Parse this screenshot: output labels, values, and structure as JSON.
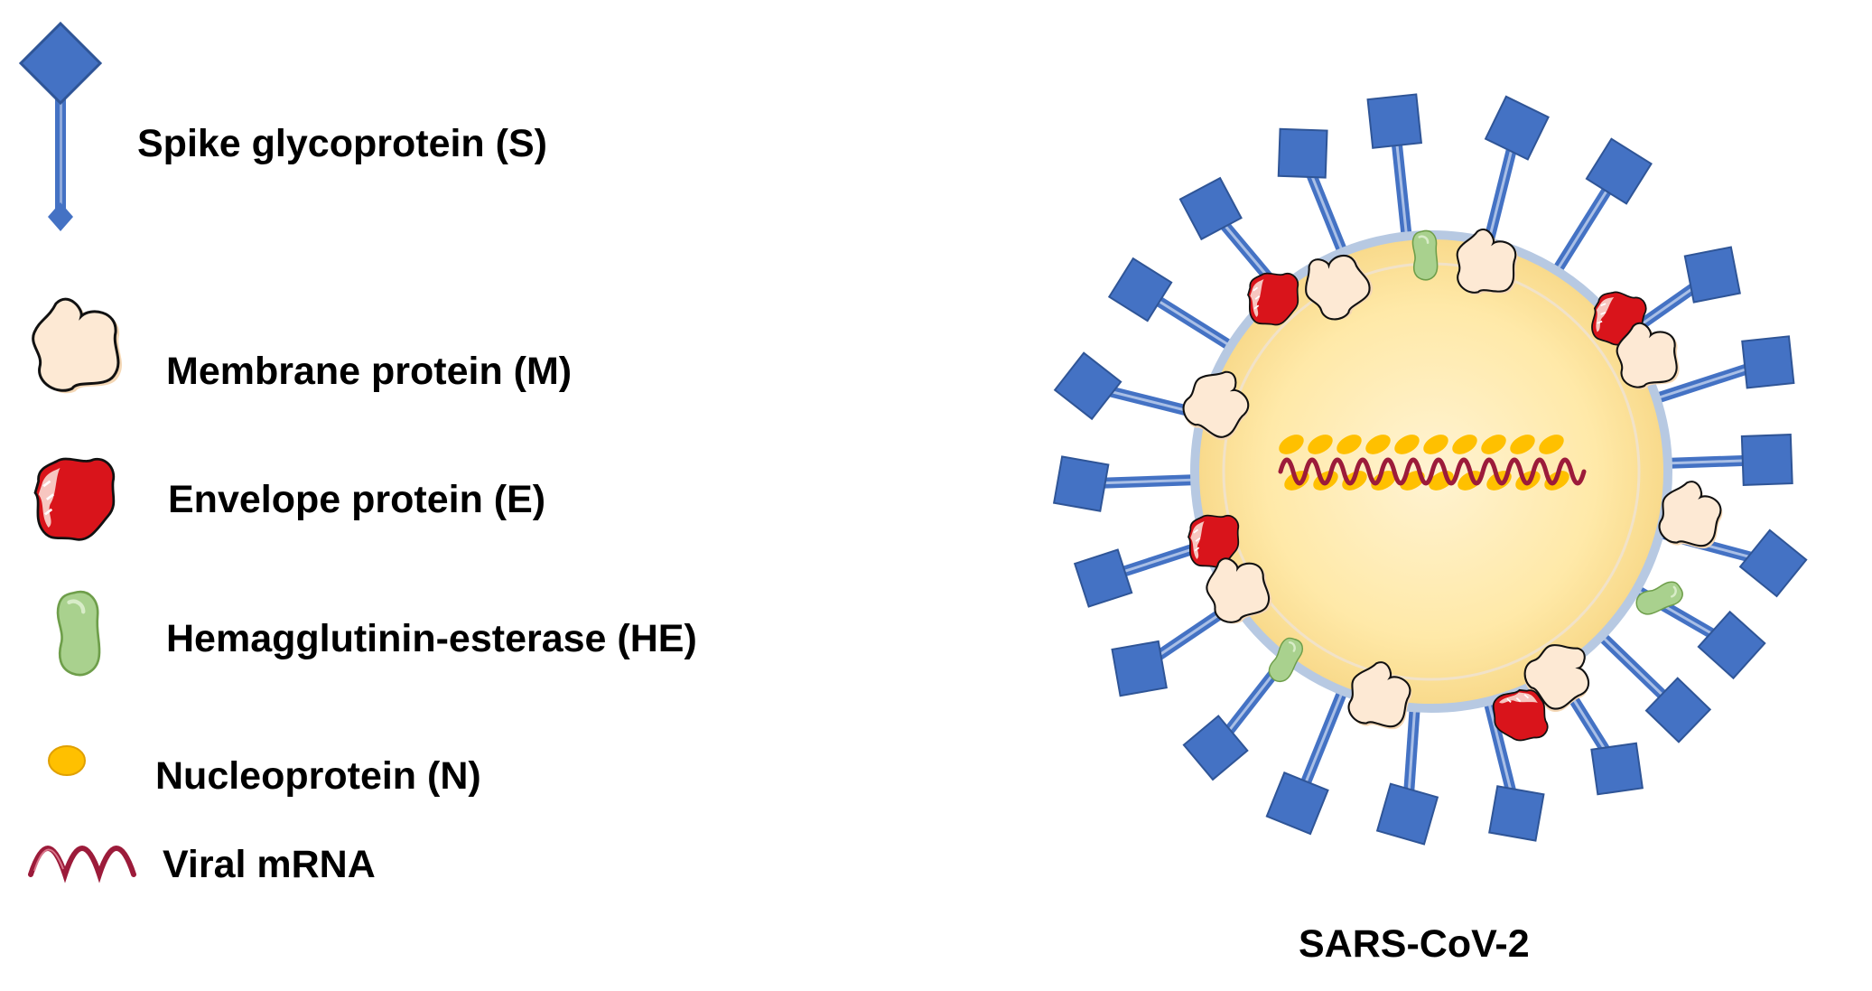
{
  "colors": {
    "spike": "#4472C4",
    "spike_dark": "#2F5597",
    "membrane_fill": "#FCE4CC",
    "envelope_fill": "#D9141B",
    "envelope_highlight": "#F7C6C0",
    "he_fill": "#A9D18E",
    "he_stroke": "#70A048",
    "nucleoprotein": "#FFC000",
    "mrna": "#9C1B3A",
    "virion_fill": "#FFE9A8",
    "virion_center": "#FFF3D2",
    "virion_edge": "#B7C9E2"
  },
  "legend": {
    "spike": {
      "label": "Spike glycoprotein (S)",
      "icon": "spike-glycoprotein-icon"
    },
    "membrane": {
      "label": "Membrane protein (M)",
      "icon": "membrane-protein-icon"
    },
    "envelope": {
      "label": "Envelope protein (E)",
      "icon": "envelope-protein-icon"
    },
    "he": {
      "label": "Hemagglutinin-esterase (HE)",
      "icon": "hemagglutinin-esterase-icon"
    },
    "nucleoprotein": {
      "label": "Nucleoprotein (N)",
      "icon": "nucleoprotein-icon"
    },
    "mrna": {
      "label": "Viral mRNA",
      "icon": "viral-mrna-icon"
    }
  },
  "virus": {
    "label": "SARS-CoV-2"
  }
}
